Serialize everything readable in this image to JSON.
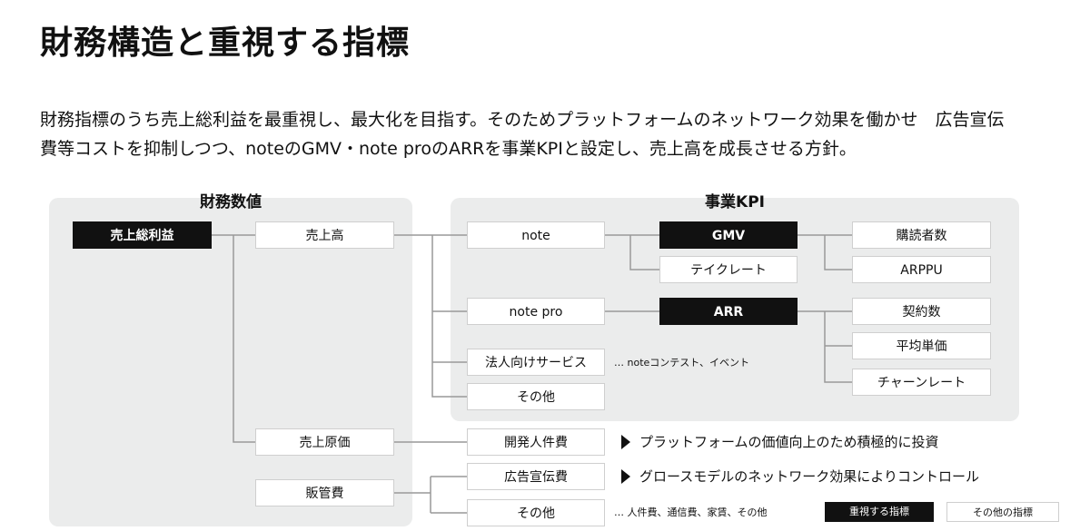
{
  "title": "財務構造と重視する指標",
  "description": {
    "line1": "財務指標のうち売上総利益を最重視し、最大化を目指す。そのためプラットフォームのネットワーク効果を働かせ　広告宣伝",
    "line2": "費等コストを抑制しつつ、noteのGMV・note proのARRを事業KPIと設定し、売上高を成長させる方針。"
  },
  "panels": {
    "financial_label": "財務数値",
    "kpi_label": "事業KPI"
  },
  "boxes": {
    "gross_profit": "売上総利益",
    "revenue": "売上高",
    "cost_of_sales": "売上原価",
    "sga": "販管費",
    "note": "note",
    "note_pro": "note pro",
    "corporate": "法人向けサービス",
    "other_revenue": "その他",
    "gmv": "GMV",
    "tip_rate": "テイクレート",
    "arr": "ARR",
    "subscribers": "購読者数",
    "arppu": "ARPPU",
    "contracts": "契約数",
    "avg_price": "平均単価",
    "churn": "チャーンレート",
    "dev_personnel": "開発人件費",
    "advertising": "広告宣伝費",
    "other_sga": "その他"
  },
  "notes": {
    "corporate_note": "… noteコンテスト、イベント",
    "other_sga_note": "… 人件費、通信費、家賃、その他",
    "dev_arrow_note": "プラットフォームの価値向上のため積極的に投資",
    "ad_arrow_note": "グロースモデルのネットワーク効果によりコントロール"
  },
  "legend": {
    "important": "重視する指標",
    "other": "その他の指標"
  }
}
